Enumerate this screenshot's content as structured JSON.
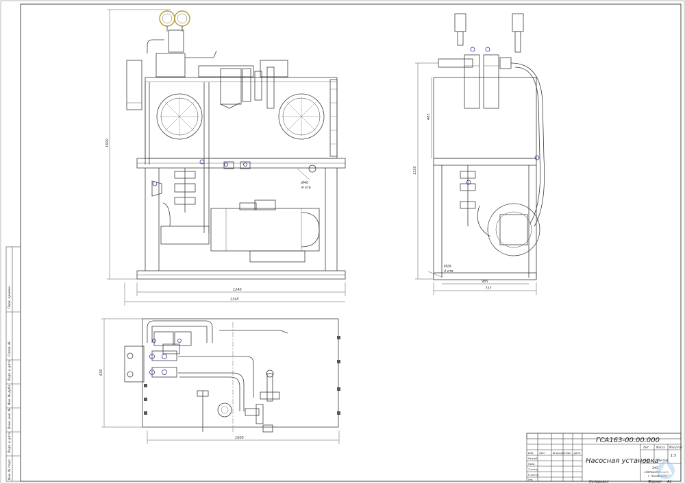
{
  "drawing": {
    "designation": "ГСА163-00.00.000",
    "title": "Насосная установка",
    "copy_label": "Копировал",
    "format_label": "Формат",
    "format_value": "A1"
  },
  "title_block": {
    "col_headers": [
      "Изм",
      "Лист",
      "№ докум.",
      "Подп.",
      "Дата"
    ],
    "row_labels": [
      "Разраб.",
      "Пров.",
      "Т.контр.",
      "Н.контр.",
      "Утв."
    ],
    "lit_label": "Лит.",
    "mass_label": "Масса",
    "scale_label": "Масштаб",
    "scale_value": "1:5",
    "sheet_label": "Лист",
    "sheets_label": "Листов",
    "org_lines": [
      "ЗАО",
      "«Автоматизация»",
      "г. Челябинск"
    ]
  },
  "side_stamp": {
    "labels": [
      "Перв. примен.",
      "Справ. №",
      "Подп. и дата",
      "Инв. № дубл.",
      "Взам. инв. №",
      "Подп. и дата",
      "Инв. № подл."
    ]
  },
  "dimensions": {
    "front": {
      "height": "1600",
      "width_inner": "1240",
      "width_total": "1345",
      "holes_note": [
        "Ø40",
        "4 отв"
      ]
    },
    "side": {
      "tank_height": "485",
      "height": "1310",
      "width_inner": "985",
      "width_total": "737",
      "holes_note": [
        "M16",
        "4 отв"
      ]
    },
    "plan": {
      "depth": "630",
      "width": "1000"
    }
  },
  "colors": {
    "line": "#3a3a3a",
    "accent": "#2a2a9a",
    "gauge_gold": "#b59a2a"
  }
}
